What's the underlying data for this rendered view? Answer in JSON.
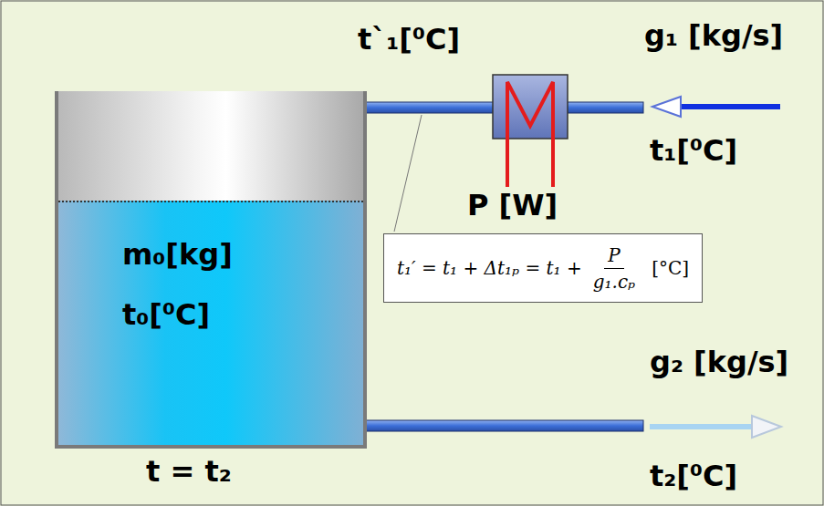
{
  "diagram": {
    "nodes": [
      {
        "text": [
          "m₀[kg]",
          "t₀[⁰C]"
        ]
      },
      {
        "text": [
          "t₁′ = t₁ + Δt₁ₚ = t₁ +",
          "P",
          "g₁.cₚ",
          "[°C]"
        ]
      }
    ],
    "labels": [
      "t`₁[⁰C]",
      "g₁ [kg/s]",
      "t₁[⁰C]",
      "P [W]",
      "g₂ [kg/s]",
      "t₂[⁰C]",
      "t = t₂"
    ]
  }
}
